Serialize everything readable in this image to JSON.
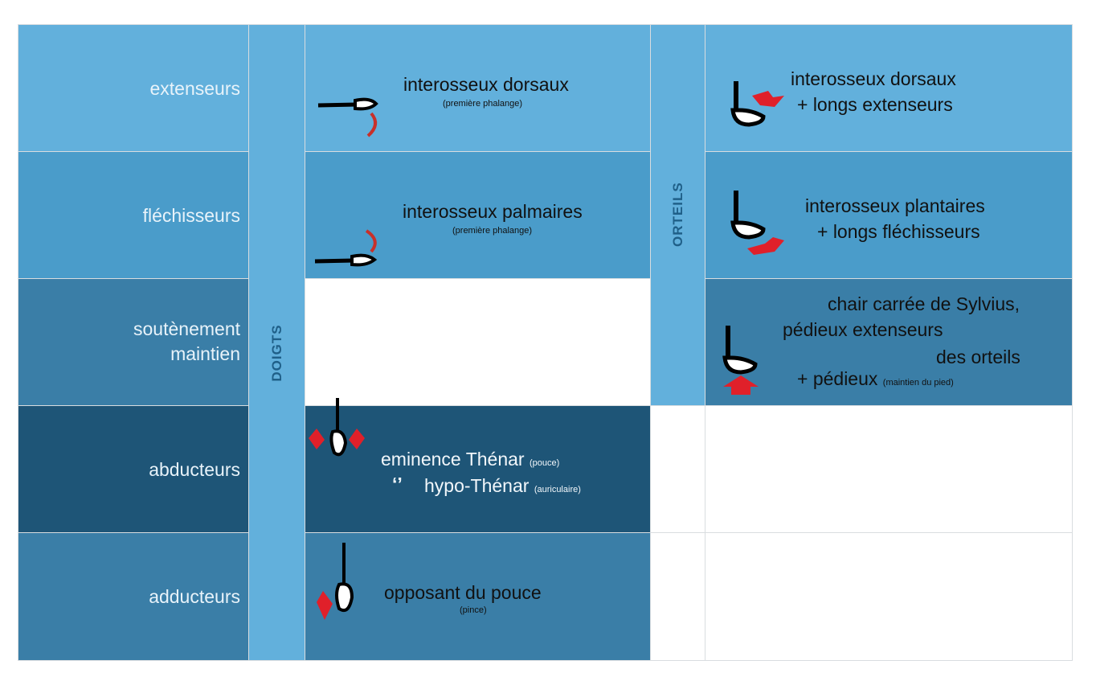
{
  "rows": {
    "extenseurs": "extenseurs",
    "flechisseurs": "fléchisseurs",
    "soutenement_1": "soutènement",
    "soutenement_2": "maintien",
    "abducteurs": "abducteurs",
    "adducteurs": "adducteurs"
  },
  "columns": {
    "doigts": "DOIGTS",
    "orteils": "ORTEILS"
  },
  "doigts": {
    "extenseurs_main": "interosseux dorsaux",
    "extenseurs_sub": "(première phalange)",
    "flechisseurs_main": "interosseux palmaires",
    "flechisseurs_sub": "(première phalange)",
    "abducteurs_line1": "eminence Thénar",
    "abducteurs_line1_sub": "(pouce)",
    "abducteurs_ditto": "‘’",
    "abducteurs_line2": "hypo-Thénar",
    "abducteurs_line2_sub": "(auriculaire)",
    "adducteurs_main": "opposant du pouce",
    "adducteurs_sub": "(pince)"
  },
  "orteils": {
    "extenseurs_line1": "interosseux dorsaux",
    "extenseurs_line2": "+ longs extenseurs",
    "flechisseurs_line1": "interosseux plantaires",
    "flechisseurs_line2": "+ longs fléchisseurs",
    "soutenement_line1": "chair carrée de Sylvius,",
    "soutenement_line2": "pédieux extenseurs",
    "soutenement_line3": "des orteils",
    "soutenement_line4": "+ pédieux",
    "soutenement_line4_sub": "(maintien du pied)"
  },
  "colors": {
    "extenseurs_row": "#62b0dc",
    "flechisseurs_row": "#4a9cca",
    "soutenement_row": "#3a7ea7",
    "abducteurs_row": "#1e5577",
    "adducteurs_row": "#3a7ea7",
    "arrow": "#e0202a"
  },
  "icons": {
    "finger_extension": "finger-extension-icon",
    "finger_flexion": "finger-flexion-icon",
    "foot_extension": "toe-extension-icon",
    "foot_flexion": "toe-flexion-icon",
    "foot_support": "foot-support-icon",
    "hand_abduction": "hand-abduction-icon",
    "hand_opposition": "thumb-opposition-icon"
  }
}
